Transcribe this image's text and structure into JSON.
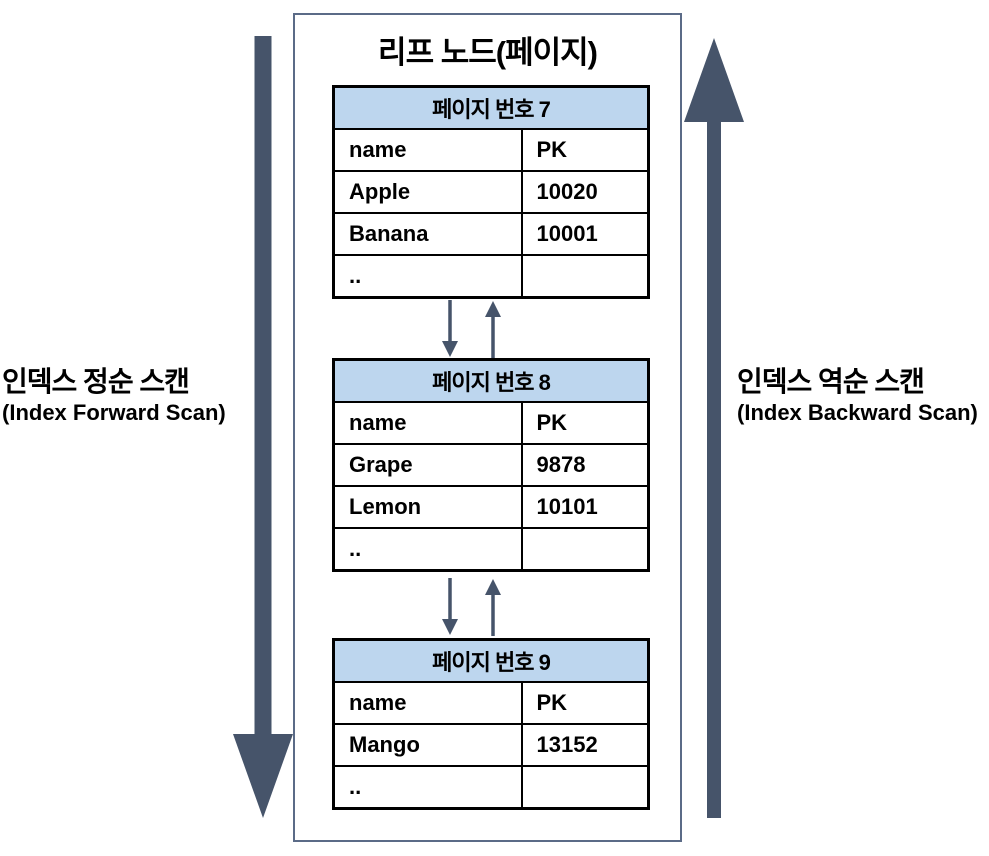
{
  "diagram_title": "리프 노드(페이지)",
  "left_annotation": {
    "line1": "인덱스 정순 스캔",
    "line2": "(Index Forward Scan)"
  },
  "right_annotation": {
    "line1": "인덱스 역순 스캔",
    "line2": "(Index Backward Scan)"
  },
  "pages": [
    {
      "header": "페이지 번호 7",
      "col1": "name",
      "col2": "PK",
      "rows": [
        {
          "name": "Apple",
          "pk": "10020"
        },
        {
          "name": "Banana",
          "pk": "10001"
        },
        {
          "name": "..",
          "pk": ""
        }
      ]
    },
    {
      "header": "페이지 번호 8",
      "col1": "name",
      "col2": "PK",
      "rows": [
        {
          "name": "Grape",
          "pk": "9878"
        },
        {
          "name": "Lemon",
          "pk": "10101"
        },
        {
          "name": "..",
          "pk": ""
        }
      ]
    },
    {
      "header": "페이지 번호 9",
      "col1": "name",
      "col2": "PK",
      "rows": [
        {
          "name": "Mango",
          "pk": "13152"
        },
        {
          "name": "..",
          "pk": ""
        }
      ]
    }
  ],
  "colors": {
    "arrow": "#46546a",
    "header_fill": "#bdd6ee",
    "box_border": "#5b6b87",
    "table_border": "#000000"
  }
}
